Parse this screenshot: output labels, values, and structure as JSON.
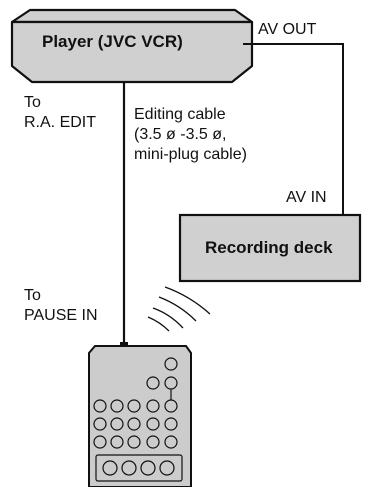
{
  "player": {
    "label": "Player (JVC VCR)"
  },
  "recorder": {
    "label": "Recording deck"
  },
  "connections": {
    "av_out": "AV OUT",
    "av_in": "AV IN",
    "to_ra_edit_line1": "To",
    "to_ra_edit_line2": "R.A. EDIT",
    "to_pause_in_line1": "To",
    "to_pause_in_line2": "PAUSE IN"
  },
  "cable": {
    "line1": "Editing cable",
    "line2": "(3.5 ø -3.5 ø,",
    "line3": "mini-plug cable)"
  },
  "colors": {
    "box_fill": "#d0d0d0",
    "stroke": "#111111",
    "remote_fill": "#cccccc"
  }
}
